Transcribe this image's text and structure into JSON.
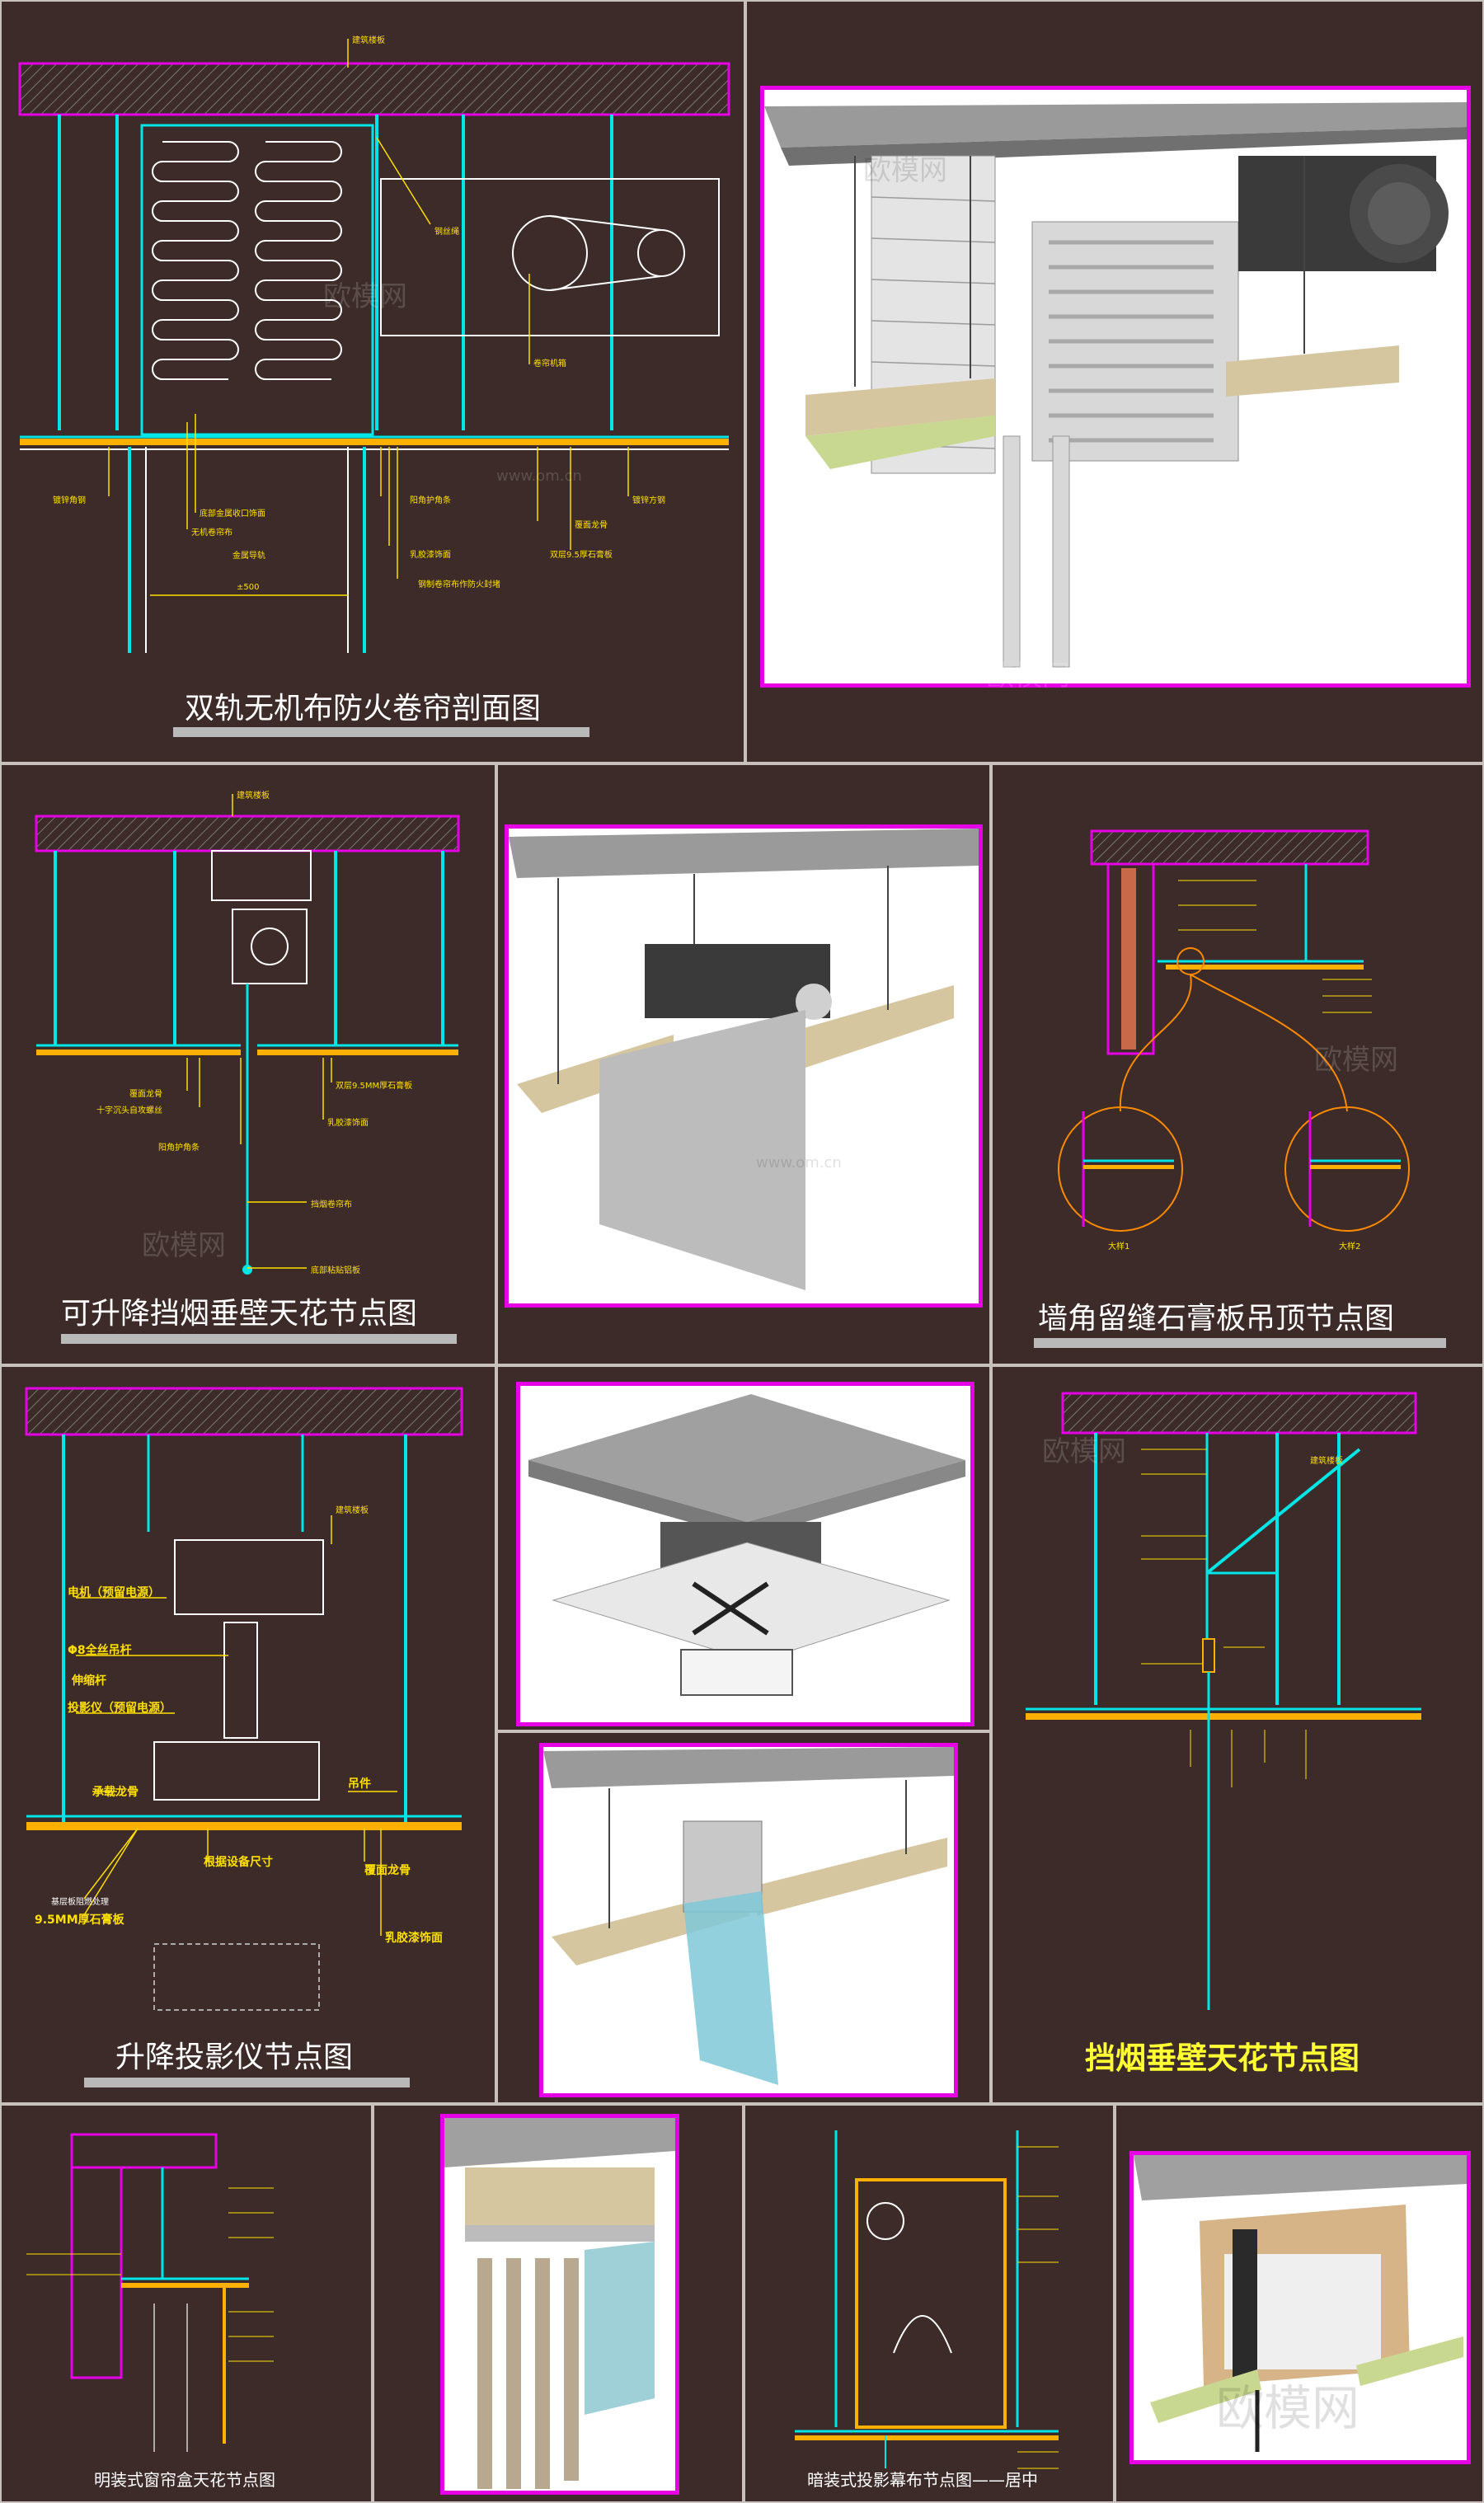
{
  "panels": {
    "p1": {
      "title": "双轨无机布防火卷帘剖面图",
      "labels": [
        "建筑楼板",
        "钢丝绳",
        "卷帘机箱",
        "镀锌角钢",
        "底部金属收口饰面",
        "无机卷帘布",
        "金属导轨",
        "阳角护角条",
        "乳胶漆饰面",
        "钢制卷帘布作防火封堵",
        "覆面龙骨",
        "双层9.5厚石膏板",
        "镀锌方钢"
      ],
      "dimension": "±500"
    },
    "p3": {
      "title": "可升降挡烟垂壁天花节点图",
      "labels": [
        "建筑楼板",
        "覆面龙骨",
        "十字沉头自攻螺丝",
        "阳角护角条",
        "双层9.5MM厚石膏板",
        "乳胶漆饰面",
        "挡烟卷帘布",
        "底部粘贴铝板"
      ]
    },
    "p5": {
      "title": "墙角留缝石膏板吊顶节点图",
      "labels": [
        "大样1",
        "大样2"
      ]
    },
    "p6": {
      "title": "升降投影仪节点图",
      "labels": [
        "建筑楼板",
        "电机（预留电源）",
        "Φ8全丝吊杆",
        "伸缩杆",
        "投影仪（预留电源）",
        "承载龙骨",
        "吊件",
        "根据设备尺寸",
        "覆面龙骨",
        "基层板阻燃处理",
        "9.5MM厚石膏板",
        "乳胶漆饰面"
      ]
    },
    "p9": {
      "title": "挡烟垂壁天花节点图",
      "labels": [
        "建筑楼板"
      ]
    },
    "p10": {
      "title": "明装式窗帘盒天花节点图"
    },
    "p12": {
      "title": "暗装式投影幕布节点图——居中"
    }
  },
  "watermark": {
    "text": "欧模网",
    "url": "www.om.cn"
  },
  "colors": {
    "background": "#3c2b28",
    "slab_outline": "#e600e6",
    "keel": "#00e5e5",
    "gypsum": "#ffb000",
    "leader": "#ffe000",
    "title_highlight": "#ffff33"
  }
}
